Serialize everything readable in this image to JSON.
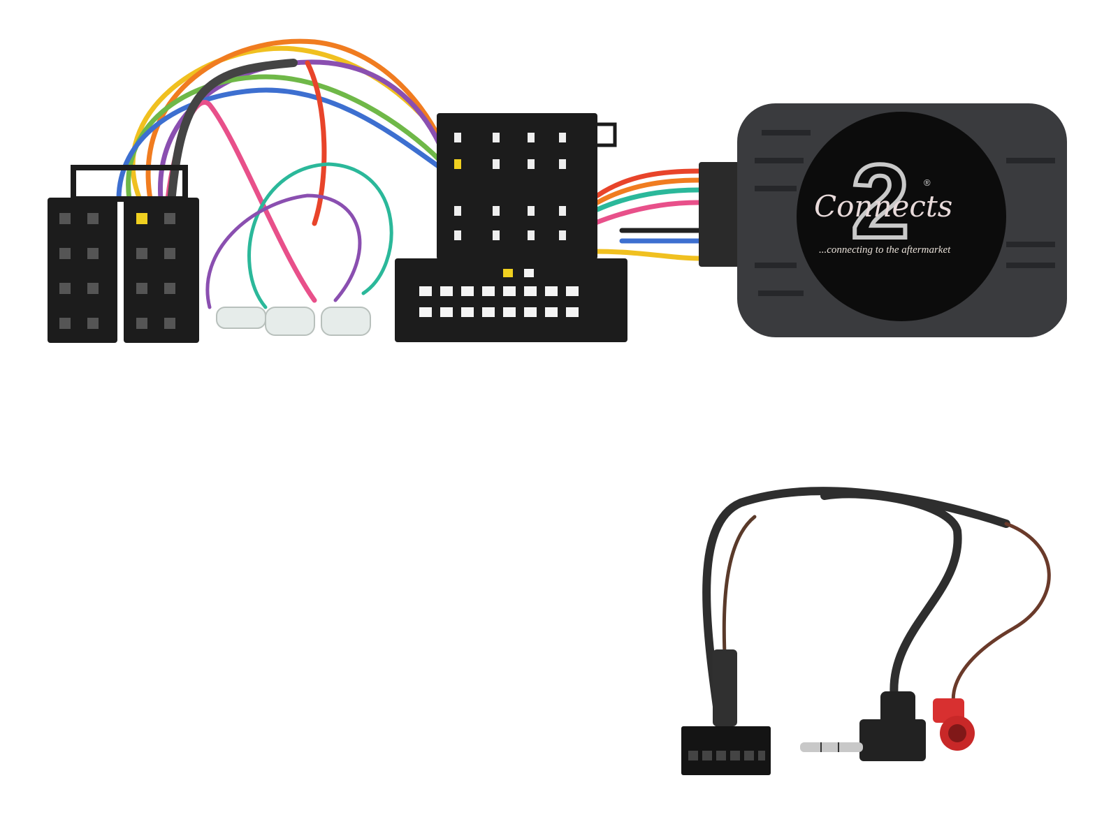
{
  "product": {
    "logo": {
      "numeral": "2",
      "script": "Connects",
      "registered": "®",
      "tagline": "...connecting to the aftermarket"
    },
    "colors": {
      "module_body": "#3a3b3e",
      "connector": "#1c1c1c",
      "wire_colors": [
        "#f0c020",
        "#e8442a",
        "#f07c20",
        "#2bb89a",
        "#8a4fb0",
        "#e8508a",
        "#6fb848",
        "#3d6fd0",
        "#444444",
        "#5a3a2a"
      ],
      "antenna_plug": "#d83030"
    }
  }
}
